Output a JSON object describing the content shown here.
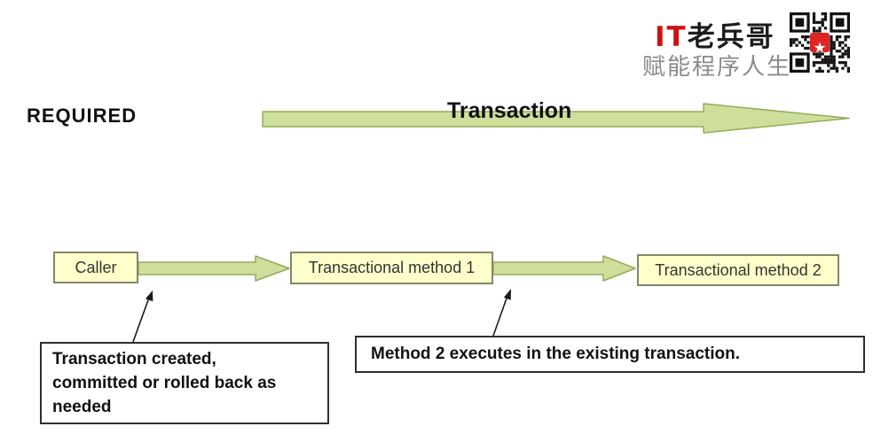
{
  "brand": {
    "title_it": "IT",
    "title_rest": "老兵哥",
    "subtitle": "赋能程序人生"
  },
  "header": {
    "propagation_label": "REQUIRED",
    "transaction_label": "Transaction"
  },
  "flow": {
    "caller": "Caller",
    "method1": "Transactional method 1",
    "method2": "Transactional method 2"
  },
  "callouts": {
    "left_lines": [
      "Transaction created,",
      "committed or rolled back as",
      "needed"
    ],
    "right": "Method 2 executes in the existing transaction."
  },
  "colors": {
    "arrow_fill": "#cedf9c",
    "arrow_stroke": "#95ab57",
    "node_fill": "#ffffcc",
    "node_border": "#85856b",
    "brand_red": "#cc1111",
    "subtitle_gray": "#8a8a8a"
  }
}
